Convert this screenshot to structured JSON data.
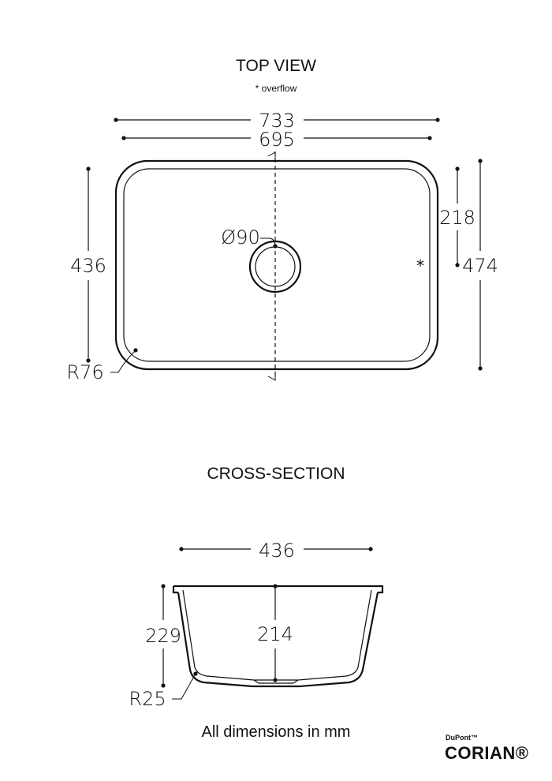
{
  "top_view": {
    "title": "TOP VIEW",
    "note": "* overflow",
    "overall_width": "733",
    "inner_width": "695",
    "overall_depth": "474",
    "inner_depth": "436",
    "overflow_offset": "218",
    "drain_diameter": "Ø90",
    "corner_radius": "R76",
    "overflow_marker": "*"
  },
  "cross_section": {
    "title": "CROSS-SECTION",
    "width": "436",
    "outer_height": "229",
    "inner_depth": "214",
    "bottom_radius": "R25"
  },
  "footer": {
    "units_note": "All dimensions in mm",
    "brand_small": "DuPont™",
    "brand_big": "CORIAN®"
  }
}
